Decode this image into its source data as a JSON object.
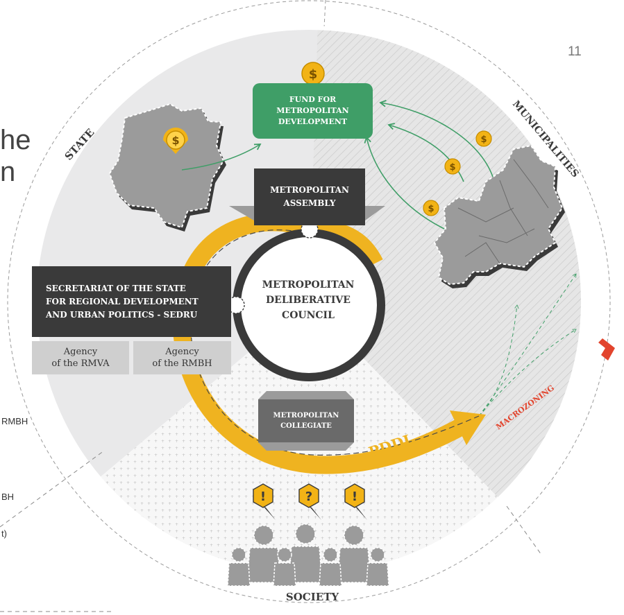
{
  "page_number": "11",
  "left_fragments": {
    "line1": "he",
    "line2": "n",
    "rmbh_1": "RMBH",
    "rmbh_2": "BH",
    "paren": "t)"
  },
  "sectors": {
    "state": "STATE",
    "municipalities": "MUNICIPALITIES",
    "society": "SOCIETY"
  },
  "fund": {
    "line1": "FUND FOR",
    "line2": "METROPOLITAN",
    "line3": "DEVELOPMENT"
  },
  "assembly": {
    "line1": "METROPOLITAN",
    "line2": "ASSEMBLY"
  },
  "council": {
    "line1": "METROPOLITAN",
    "line2": "DELIBERATIVE",
    "line3": "COUNCIL"
  },
  "secretariat": {
    "line1": "SECRETARIAT OF THE STATE",
    "line2": "FOR REGIONAL DEVELOPMENT",
    "line3": "AND URBAN POLITICS - SEDRU"
  },
  "agency_rmva": {
    "line1": "Agency",
    "line2": "of the RMVA"
  },
  "agency_rmbh": {
    "line1": "Agency",
    "line2": "of the RMBH"
  },
  "collegiate": {
    "line1": "METROPOLITAN",
    "line2": "COLLEGIATE"
  },
  "pddi_label": "PDDI",
  "macrozoning_label": "MACROZONING",
  "icons": {
    "coin_symbol": "$",
    "exclaim": "!",
    "question": "?"
  },
  "colors": {
    "fund_green": "#3f9e67",
    "arrow_green": "#3f9e67",
    "dark_box": "#3a3a3a",
    "pddi_yellow": "#efb320",
    "macrozoning_red": "#e2442d",
    "coin_gold": "#f2b316"
  }
}
